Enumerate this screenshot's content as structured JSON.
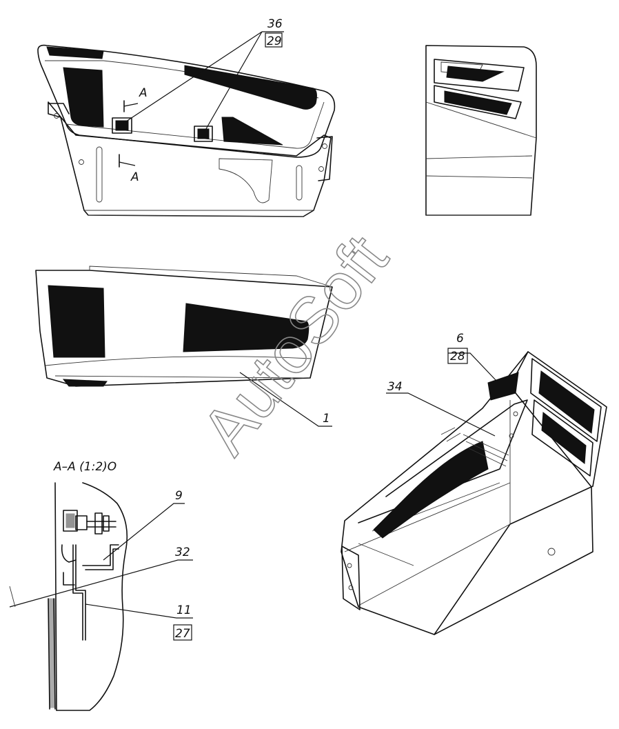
{
  "callouts": {
    "c36": "36",
    "c29": "29",
    "c6": "6",
    "c28": "28",
    "c34": "34",
    "c1": "1",
    "c9": "9",
    "c32": "32",
    "c11": "11",
    "c27": "27"
  },
  "section_marks": {
    "a_top": "A",
    "a_bottom": "A"
  },
  "section_title": "A–A (1:2)O",
  "watermark": "AutoSoft",
  "colors": {
    "line": "#111111",
    "fill_dark": "#111111",
    "watermark": "#888888"
  }
}
